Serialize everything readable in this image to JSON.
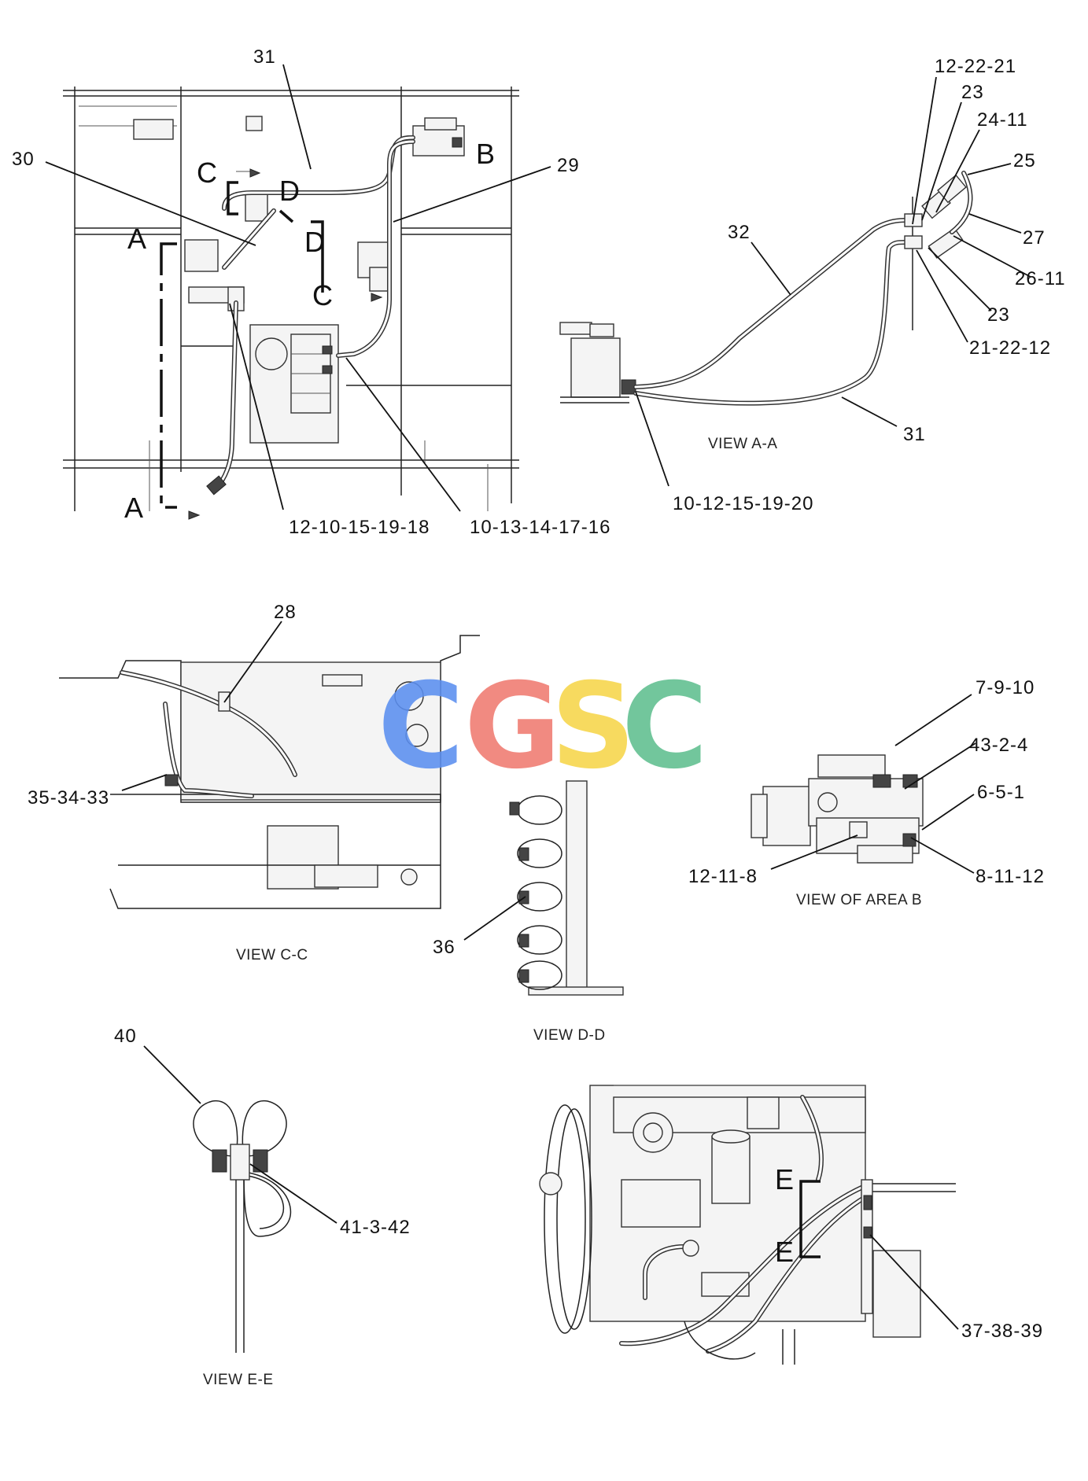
{
  "watermark": {
    "letters": [
      "C",
      "G",
      "S",
      "C"
    ],
    "colors": [
      "#5b8ff0",
      "#f07a70",
      "#f7d64a",
      "#5fbf8f"
    ]
  },
  "view_main": {
    "callouts": {
      "c31_top": "31",
      "c30": "30",
      "c29": "29",
      "c12_10_15_19_18": "12-10-15-19-18",
      "c10_13_14_17_16": "10-13-14-17-16"
    },
    "section_letters": {
      "a_top": "A",
      "a_bottom": "A",
      "b": "B",
      "c_top": "C",
      "c_bottom": "C",
      "d_top": "D",
      "d_bottom": "D"
    }
  },
  "view_aa": {
    "title": "VIEW A-A",
    "callouts": {
      "c12_22_21": "12-22-21",
      "c23_top": "23",
      "c24_11": "24-11",
      "c25": "25",
      "c27": "27",
      "c26_11": "26-11",
      "c23_bottom": "23",
      "c21_22_12": "21-22-12",
      "c32": "32",
      "c31": "31",
      "c10_12_15_19_20": "10-12-15-19-20"
    }
  },
  "view_cc": {
    "title": "VIEW C-C",
    "callouts": {
      "c28": "28",
      "c35_34_33": "35-34-33"
    }
  },
  "view_dd": {
    "title": "VIEW D-D",
    "callouts": {
      "c36": "36"
    }
  },
  "view_area_b": {
    "title": "VIEW OF AREA B",
    "callouts": {
      "c7_9_10": "7-9-10",
      "c43_2_4": "43-2-4",
      "c6_5_1": "6-5-1",
      "c12_11_8": "12-11-8",
      "c8_11_12": "8-11-12"
    }
  },
  "view_ee": {
    "title": "VIEW E-E",
    "callouts": {
      "c40": "40",
      "c41_3_42": "41-3-42"
    }
  },
  "view_engine": {
    "callouts": {
      "c37_38_39": "37-38-39"
    },
    "section_letters": {
      "e_top": "E",
      "e_bottom": "E"
    }
  }
}
